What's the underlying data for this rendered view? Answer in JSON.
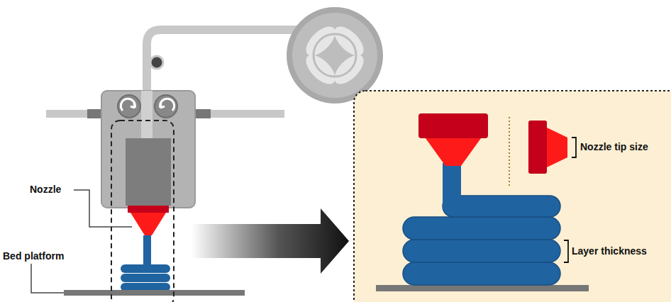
{
  "diagram": {
    "labels": [
      "Nozzle",
      "Bed platform",
      "Nozzle tip size",
      "Layer thickness"
    ]
  }
}
